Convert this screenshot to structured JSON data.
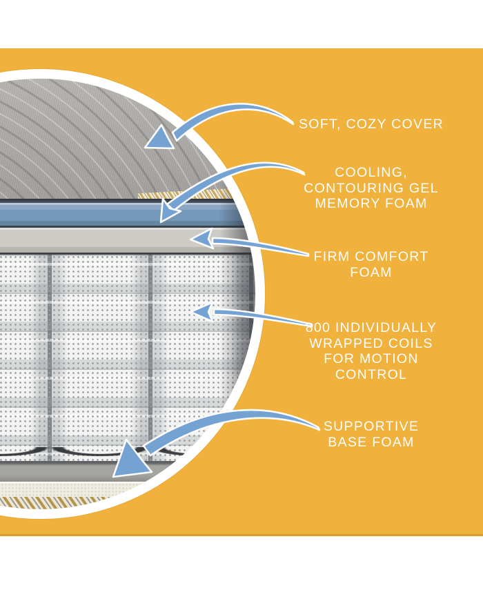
{
  "canvas": {
    "background_color": "#f0b23c",
    "margin_color": "#ffffff",
    "bottom_rule_color": "#d89e2c"
  },
  "palette": {
    "arrow_blue": "#74a2d2",
    "outline_white": "#fdfdfd",
    "gel_layer_blue": "#7698b9",
    "cover_gray": "#a8a6a3",
    "comfort_foam_gray": "#cccbc6",
    "coil_white": "#f3f3f1",
    "base_gray": "#8d8d8a",
    "label_text": "#fdfdfd"
  },
  "callouts": [
    {
      "id": "cover",
      "lines": [
        "SOFT, COZY COVER"
      ]
    },
    {
      "id": "gel-foam",
      "lines": [
        "COOLING,",
        "CONTOURING GEL",
        "MEMORY FOAM"
      ]
    },
    {
      "id": "comfort-foam",
      "lines": [
        "FIRM COMFORT",
        "FOAM"
      ]
    },
    {
      "id": "coils",
      "lines": [
        "800 INDIVIDUALLY",
        "WRAPPED COILS",
        "FOR MOTION",
        "CONTROL"
      ]
    },
    {
      "id": "base-foam",
      "lines": [
        "SUPPORTIVE",
        "BASE FOAM"
      ]
    }
  ]
}
